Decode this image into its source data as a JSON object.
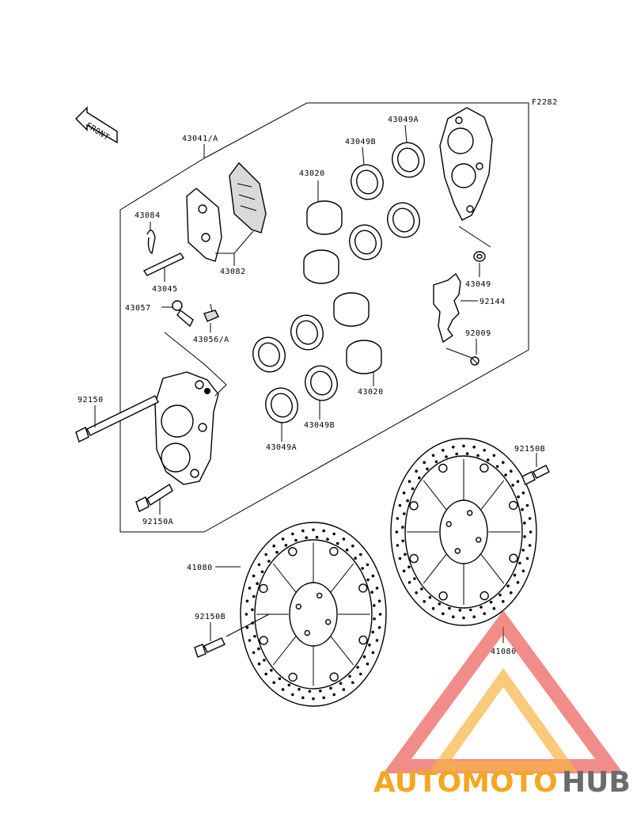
{
  "diagram": {
    "figure_code": "F2282",
    "front_label": "FRONT",
    "callouts": {
      "c43041": "43041/A",
      "c43084": "43084",
      "c43045": "43045",
      "c43082": "43082",
      "c43057": "43057",
      "c43056": "43056/A",
      "c43020_top": "43020",
      "c43049B_top": "43049B",
      "c43049A_top": "43049A",
      "c43049": "43049",
      "c92144": "92144",
      "c92009": "92009",
      "c43020_bot": "43020",
      "c43049B_bot": "43049B",
      "c43049A_bot": "43049A",
      "c92150": "92150",
      "c92150A": "92150A",
      "c92150B_right": "92150B",
      "c41080_left": "41080",
      "c92150B_left": "92150B",
      "c41080_right": "41080"
    }
  },
  "watermark": {
    "brand_part1": "AUTOMOTO",
    "brand_part2": "HUB",
    "color_orange": "#f5a623",
    "color_red": "#e8413a",
    "color_gray": "#6b6b6b"
  }
}
